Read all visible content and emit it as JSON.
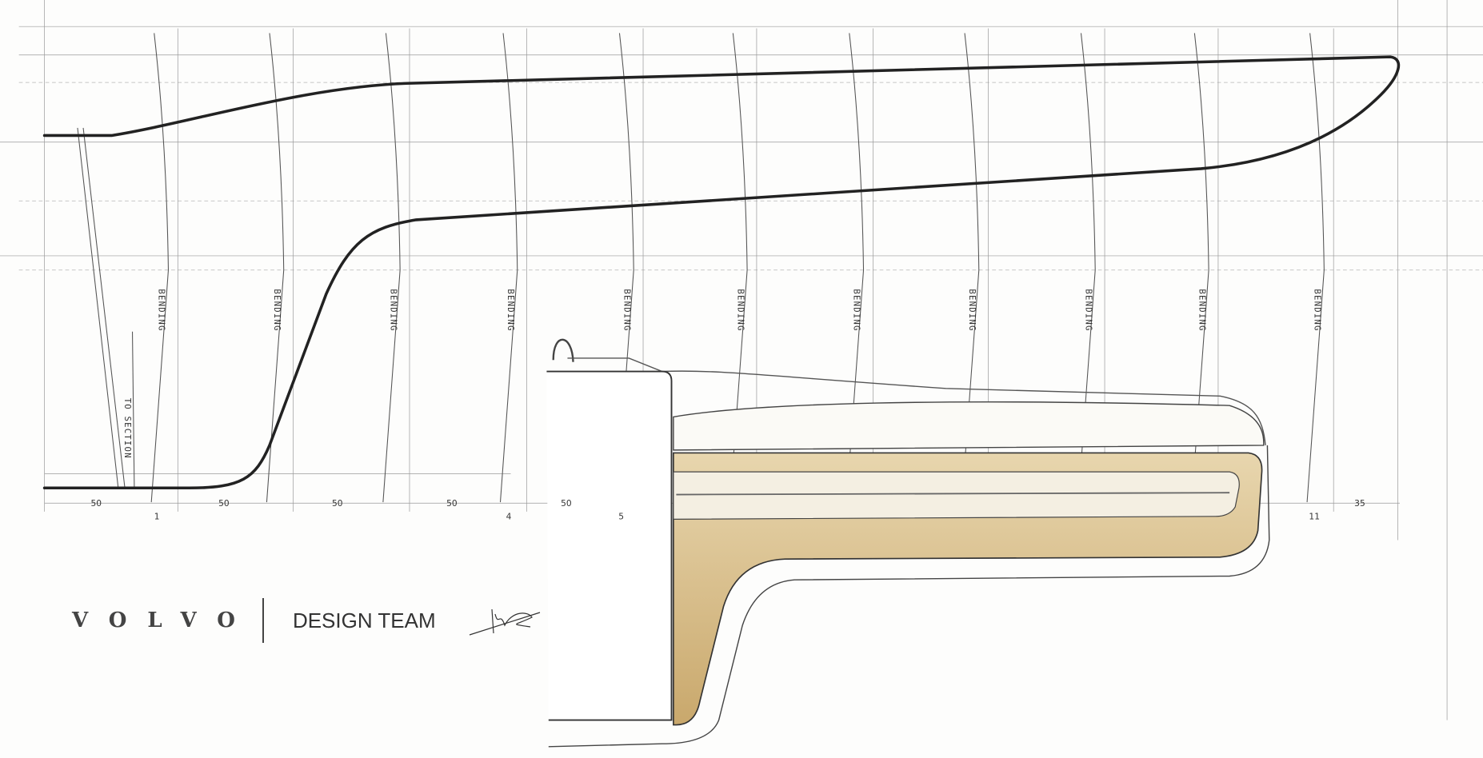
{
  "sketch": {
    "bending_label": "BENDING",
    "bending_count": 11,
    "section_label": "TO SECTION",
    "dimensions": [
      "50",
      "50",
      "50",
      "50",
      "50",
      "35"
    ],
    "markers": [
      "1",
      "4",
      "5",
      "11"
    ]
  },
  "branding": {
    "logo": "VOLVO",
    "team": "DESIGN TEAM"
  },
  "colors": {
    "wood": "#d9c08e",
    "line": "#222222"
  }
}
